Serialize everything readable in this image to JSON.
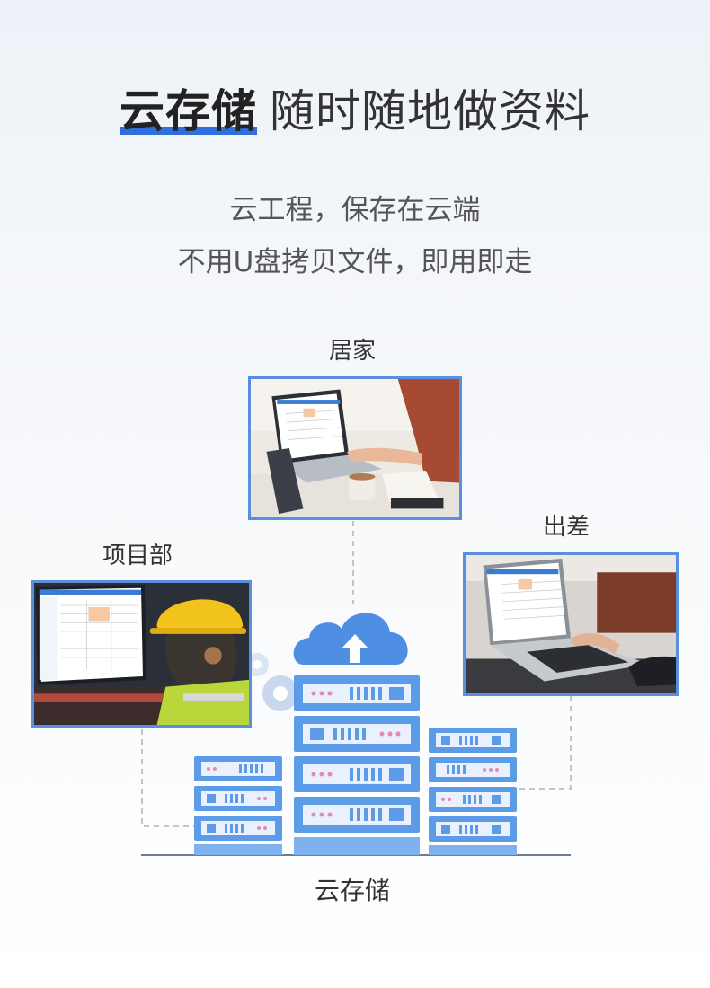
{
  "headline": {
    "bold": "云存储",
    "light": "随时随地做资料"
  },
  "subtitle": {
    "line1": "云工程，保存在云端",
    "line2": "不用U盘拷贝文件，即用即走"
  },
  "locations": {
    "home": "居家",
    "project": "项目部",
    "travel": "出差"
  },
  "storage_label": "云存储",
  "colors": {
    "accent": "#2f6fdd",
    "server": "#5b9be8",
    "server_dark": "#3d7fd4",
    "frame": "#5a8fe0"
  },
  "icons": [
    "cloud-upload-icon",
    "gear-icon",
    "server-rack-icon"
  ]
}
